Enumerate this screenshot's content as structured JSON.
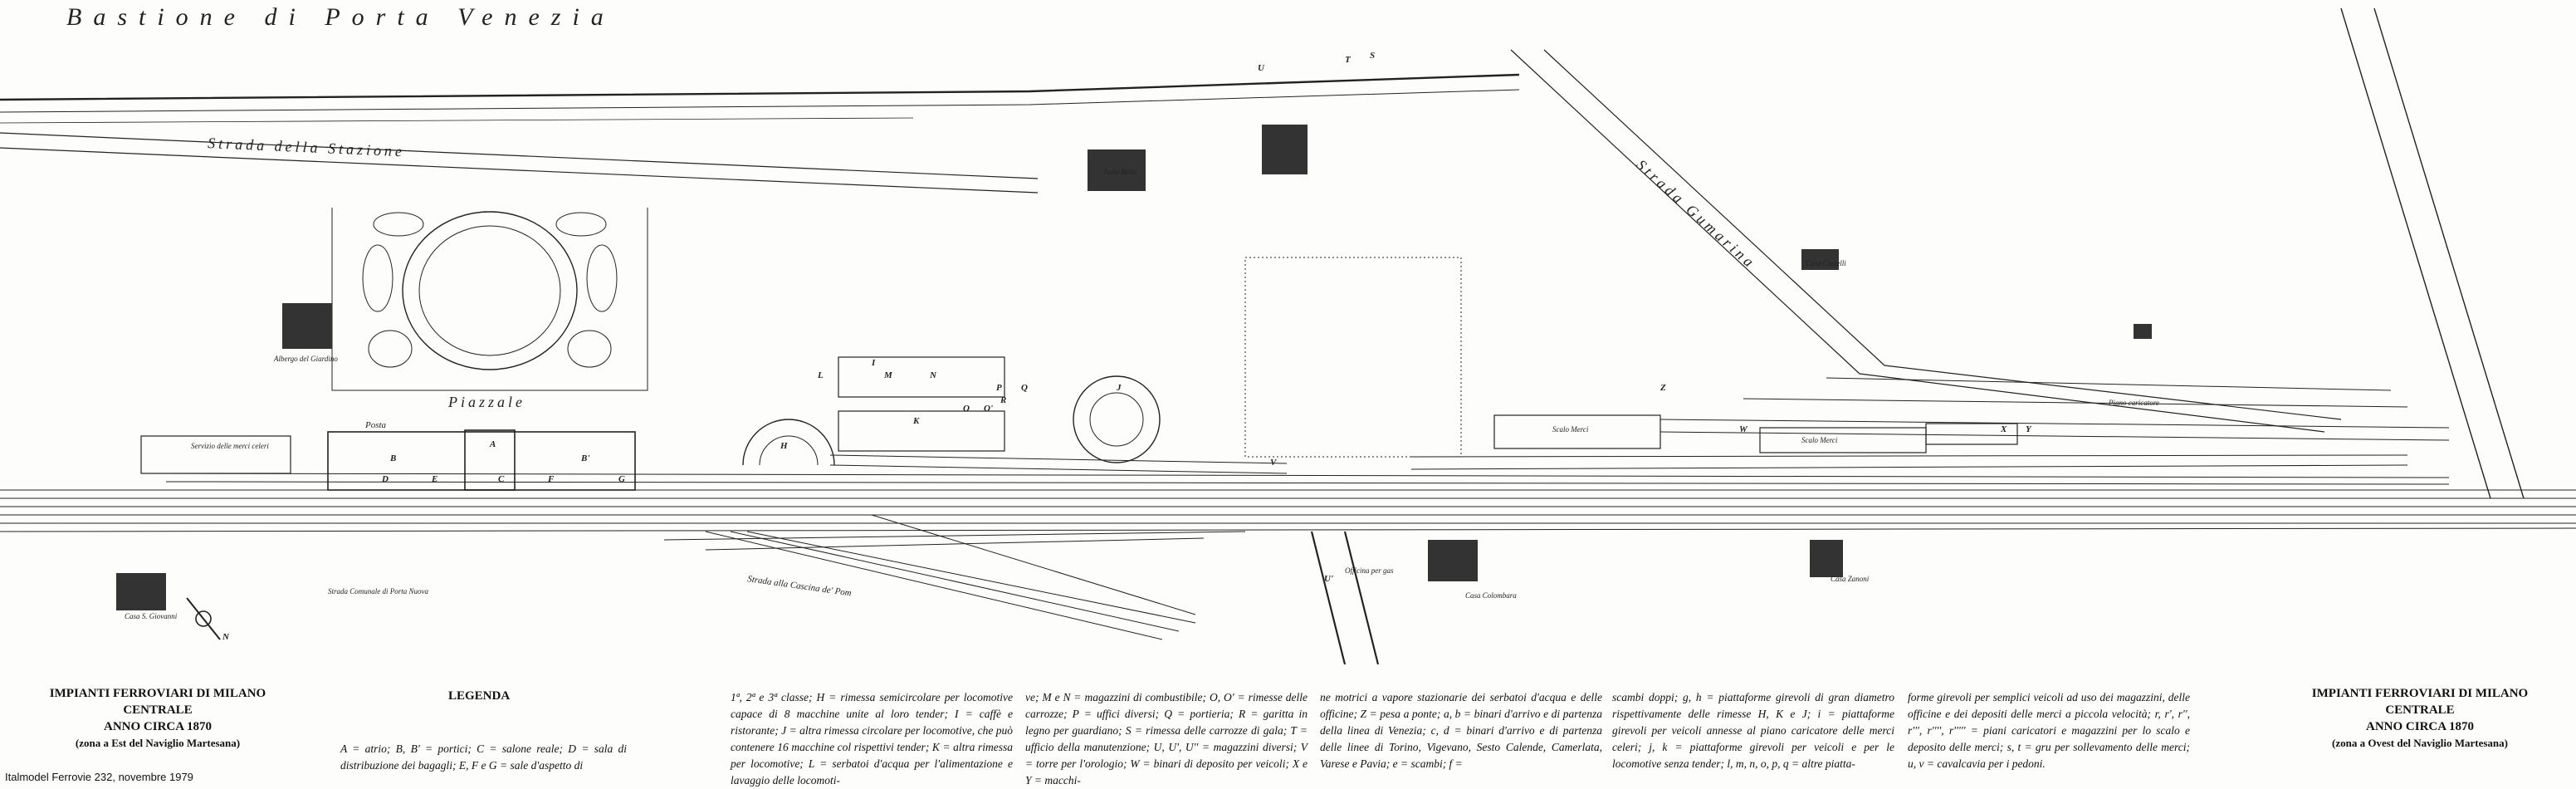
{
  "map": {
    "top_labels": {
      "bastione": "Bastione di Porta Venezia",
      "strada_stazione": "Strada della Stazione",
      "piazzale": "Piazzale",
      "strada_circonv": "Strada alla Cascina de' Pom",
      "strada_gumarina": "Strada Gumarina",
      "isola_bella": "Isola Bella",
      "casa_castelli": "Casa Castelli",
      "casa_colombara": "Casa Colombara",
      "casa_zanoni": "Casa Zanoni",
      "casa_giovanni": "Casa S. Giovanni",
      "albergo": "Albergo del Giardino",
      "posta": "Posta",
      "servizio": "Servizio delle merci celeri",
      "scalo_merci": "Scalo Merci",
      "scalo_merci_2": "Scalo Merci",
      "piano_caricatore": "Piano caricatore",
      "officina": "Officina per gas",
      "strada_comunale": "Strada Comunale di Porta Nuova"
    },
    "letters": [
      "A",
      "B",
      "B'",
      "C",
      "D",
      "E",
      "F",
      "G",
      "H",
      "I",
      "J",
      "K",
      "L",
      "M",
      "N",
      "O",
      "O'",
      "P",
      "Q",
      "R",
      "S",
      "T",
      "U",
      "U'",
      "V",
      "W",
      "X",
      "Y",
      "Z"
    ],
    "compass": "N"
  },
  "caption": {
    "left_title": "IMPIANTI FERROVIARI DI MILANO CENTRALE",
    "left_year": "ANNO CIRCA 1870",
    "left_sub": "(zona a Est del Naviglio Martesana)",
    "right_title": "IMPIANTI FERROVIARI DI MILANO CENTRALE",
    "right_year": "ANNO CIRCA 1870",
    "right_sub": "(zona a Ovest del Naviglio Martesana)",
    "legend_head": "LEGENDA",
    "col1": "A = atrio; B, B' = portici; C = salone reale; D = sala di distribuzione dei bagagli; E, F e G = sale d'aspetto di",
    "col2": "1ª, 2ª e 3ª classe; H = rimessa semicircolare per locomotive capace di 8 macchine unite al loro tender; I = caffè e ristorante; J = altra rimessa circolare per locomotive, che può contenere 16 macchine col rispettivi tender; K = altra rimessa per locomotive; L = serbatoi d'acqua per l'alimentazione e lavaggio delle locomoti-",
    "col3": "ve; M e N = magazzini di combustibile; O, O' = rimesse delle carrozze; P = uffici diversi; Q = portieria; R = garitta in legno per guardiano; S = rimessa delle carrozze di gala; T = ufficio della manutenzione; U, U', U'' = magazzini diversi; V = torre per l'orologio; W = binari di deposito per veicoli; X e Y = macchi-",
    "col4": "ne motrici a vapore stazionarie dei serbatoi d'acqua e delle officine; Z = pesa a ponte; a, b = binari d'arrivo e di partenza della linea di Venezia; c, d = binari d'arrivo e di partenza delle linee di Torino, Vigevano, Sesto Calende, Camerlata, Varese e Pavia; e = scambi; f =",
    "col5": "scambi doppi; g, h = piattaforme girevoli di gran diametro rispettivamente delle rimesse H, K e J; i = piattaforme girevoli per veicoli annesse al piano caricatore delle merci celeri; j, k = piattaforme girevoli per veicoli e per le locomotive senza tender; l, m, n, o, p, q = altre piatta-",
    "col6": "forme girevoli per semplici veicoli ad uso dei magazzini, delle officine e dei depositi delle merci a piccola velocità; r, r', r'', r''', r'''', r''''' = piani caricatori e magazzini per lo scalo e deposito delle merci; s, t = gru per sollevamento delle merci; u, v = cavalcavia per i pedoni.",
    "credit": "Italmodel Ferrovie 232, novembre 1979"
  }
}
